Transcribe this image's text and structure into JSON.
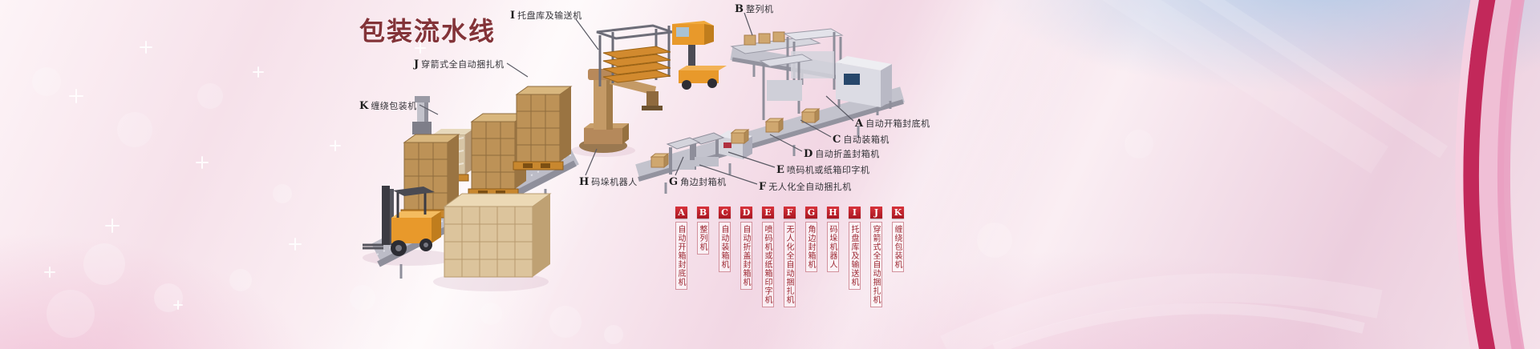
{
  "title": "包装流水线",
  "callouts": [
    {
      "letter": "A",
      "name": "自动开箱封底机"
    },
    {
      "letter": "B",
      "name": "整列机"
    },
    {
      "letter": "C",
      "name": "自动装箱机"
    },
    {
      "letter": "D",
      "name": "自动折盖封箱机"
    },
    {
      "letter": "E",
      "name": "喷码机或纸箱印字机"
    },
    {
      "letter": "F",
      "name": "无人化全自动捆扎机"
    },
    {
      "letter": "G",
      "name": "角边封箱机"
    },
    {
      "letter": "H",
      "name": "码垛机器人"
    },
    {
      "letter": "I",
      "name": "托盘库及输送机"
    },
    {
      "letter": "J",
      "name": "穿箭式全自动捆扎机"
    },
    {
      "letter": "K",
      "name": "缠绕包装机"
    }
  ],
  "legend": {
    "items": [
      {
        "letter": "A",
        "name": "自动开箱封底机"
      },
      {
        "letter": "B",
        "name": "整列机"
      },
      {
        "letter": "C",
        "name": "自动装箱机"
      },
      {
        "letter": "D",
        "name": "自动折盖封箱机"
      },
      {
        "letter": "E",
        "name": "喷码机或纸箱印字机"
      },
      {
        "letter": "F",
        "name": "无人化全自动捆扎机"
      },
      {
        "letter": "G",
        "name": "角边封箱机"
      },
      {
        "letter": "H",
        "name": "码垛机器人"
      },
      {
        "letter": "I",
        "name": "托盘库及输送机"
      },
      {
        "letter": "J",
        "name": "穿箭式全自动捆扎机"
      },
      {
        "letter": "K",
        "name": "缠绕包装机"
      }
    ]
  },
  "colors": {
    "title_red": "#833338",
    "badge_red": "#c5212b",
    "legend_text_red": "#9c2630",
    "ribbon_red": "#c2285a",
    "background_pink": "#f2d7e4",
    "background_blue": "#a5c6e7"
  }
}
